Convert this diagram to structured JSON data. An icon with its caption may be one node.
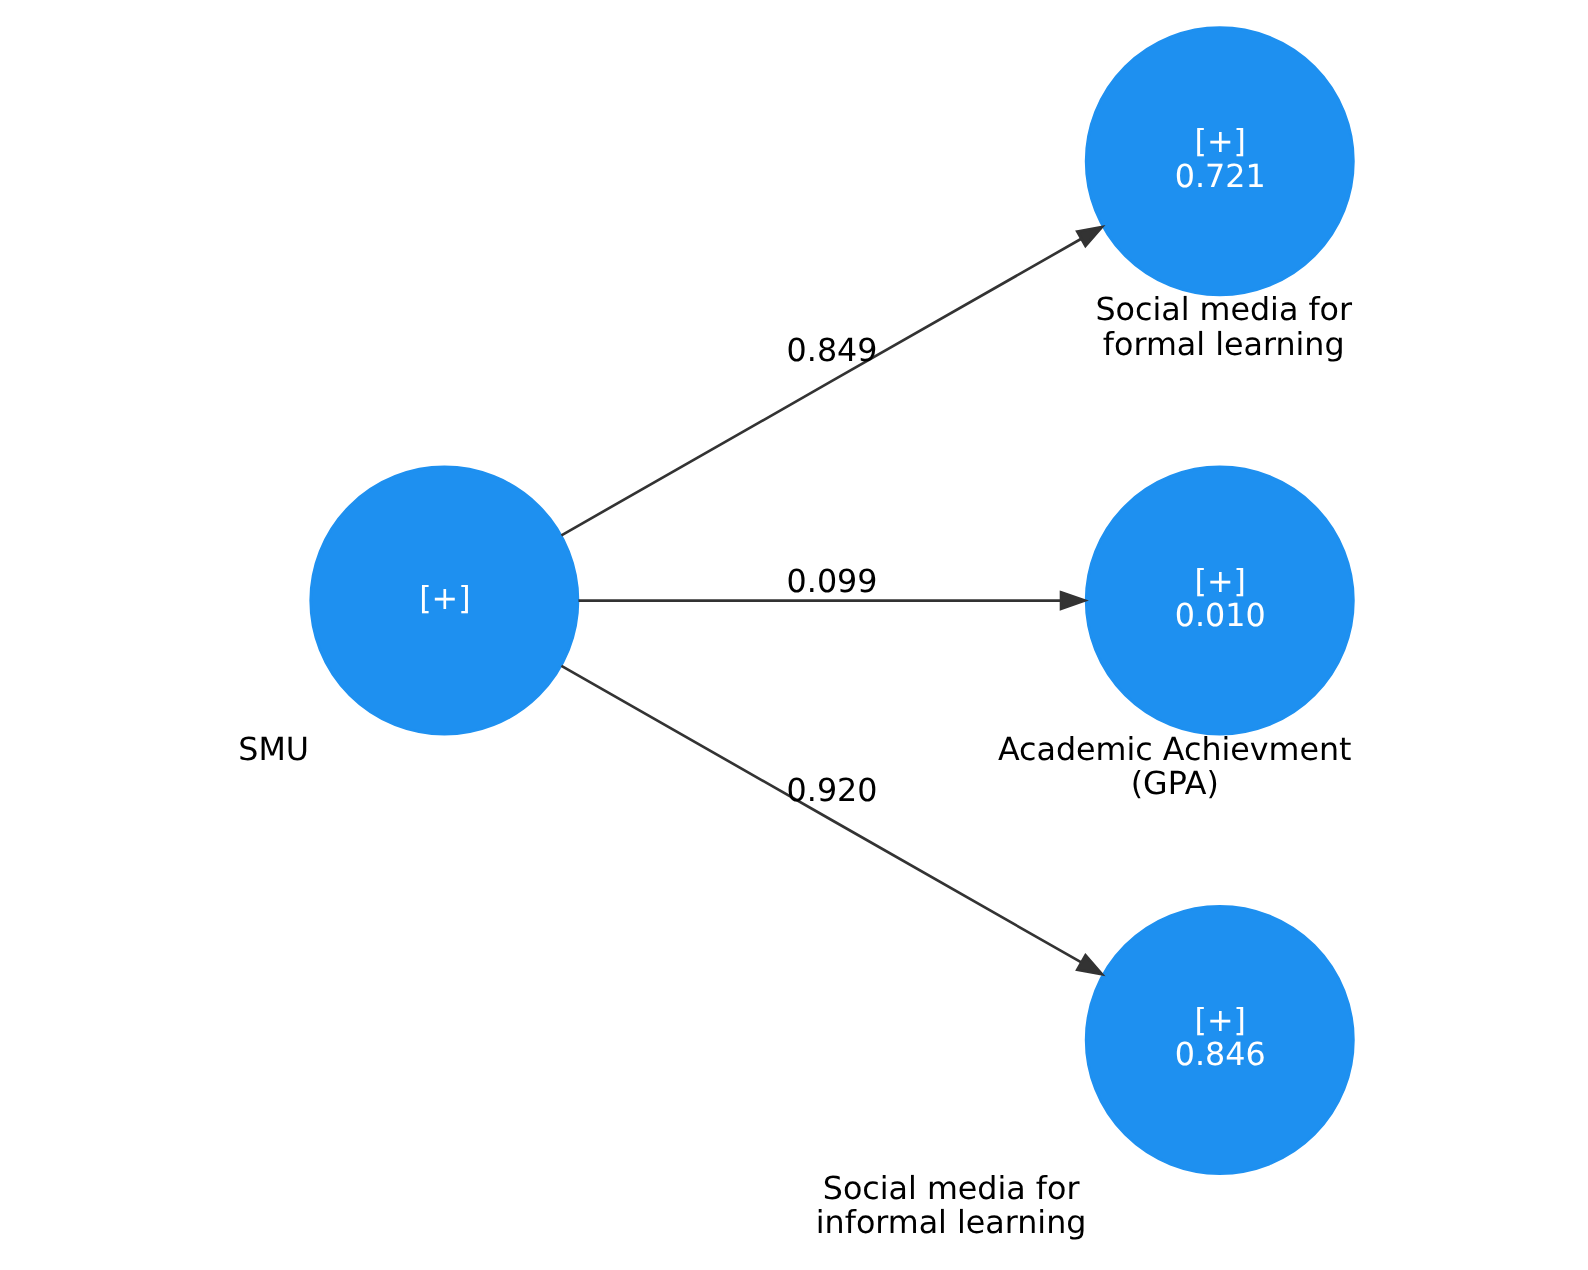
{
  "diagram": {
    "nodes": [
      {
        "text": [
          "[+]",
          "0.721"
        ],
        "beside": [
          "Social media for formal learning"
        ]
      },
      {
        "text": [
          "[+]"
        ],
        "beside": [
          "SMU"
        ]
      },
      {
        "text": [
          "[+]",
          "0.010"
        ],
        "beside": [
          "Academic Achievment (GPA)"
        ]
      },
      {
        "text": [
          "[+]",
          "0.846"
        ],
        "beside": [
          "Social media for informal learning"
        ]
      }
    ],
    "edges": [
      {
        "from": 1,
        "to": 0,
        "arrow": "to",
        "label": "0.849"
      },
      {
        "from": 1,
        "to": 2,
        "arrow": "to",
        "label": "0.099"
      },
      {
        "from": 1,
        "to": 3,
        "arrow": "to",
        "label": "0.920"
      }
    ]
  }
}
